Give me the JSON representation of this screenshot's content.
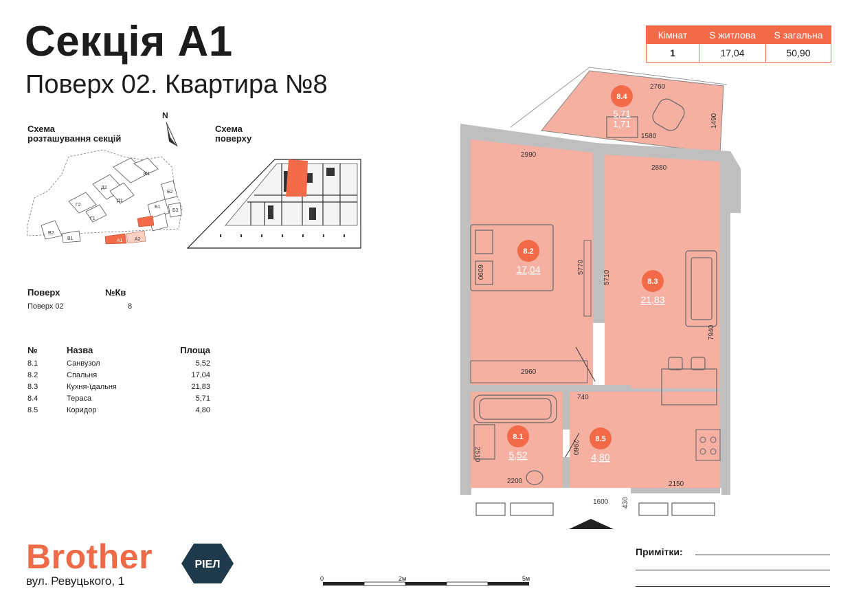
{
  "header": {
    "title": "Секція А1",
    "subtitle": "Поверх 02. Квартира №8"
  },
  "summary": {
    "headers": [
      "Кімнат",
      "S житлова",
      "S загальна"
    ],
    "values": [
      "1",
      "17,04",
      "50,90"
    ]
  },
  "schemes": {
    "sections_label_1": "Схема",
    "sections_label_2": "розташування секцій",
    "floor_label_1": "Схема",
    "floor_label_2": "поверху",
    "north": "N",
    "sections": [
      "Ж1",
      "Д2",
      "Д1",
      "Г2",
      "Г1",
      "В2",
      "В1",
      "Б2",
      "Б1",
      "Б3",
      "А1",
      "А2"
    ]
  },
  "info": {
    "floor_head": "Поверх",
    "apt_head": "№Кв",
    "floor_value": "Поверх 02",
    "apt_value": "8"
  },
  "rooms_table": {
    "headers": [
      "№",
      "Назва",
      "Площа"
    ],
    "rows": [
      {
        "no": "8.1",
        "name": "Санвузол",
        "area": "5,52"
      },
      {
        "no": "8.2",
        "name": "Спальня",
        "area": "17,04"
      },
      {
        "no": "8.3",
        "name": "Кухня-їдальня",
        "area": "21,83"
      },
      {
        "no": "8.4",
        "name": "Тераса",
        "area": "5,71"
      },
      {
        "no": "8.5",
        "name": "Коридор",
        "area": "4,80"
      }
    ]
  },
  "plan": {
    "rooms": [
      {
        "id": "8.1",
        "area": "5,52"
      },
      {
        "id": "8.2",
        "area": "17,04"
      },
      {
        "id": "8.3",
        "area": "21,83"
      },
      {
        "id": "8.4",
        "area": "5,71"
      },
      {
        "id": "8.5",
        "area": "4,80"
      }
    ],
    "dimensions": [
      "2760",
      "1490",
      "1580",
      "2990",
      "2880",
      "6090",
      "5770",
      "5710",
      "7940",
      "2960",
      "740",
      "2960",
      "2510",
      "2200",
      "1600",
      "430",
      "2150"
    ],
    "terrace_extra": "1,71"
  },
  "scale": {
    "ticks": [
      "0",
      "2м",
      "5м"
    ]
  },
  "branding": {
    "name": "Brother",
    "badge": "РІЕЛ",
    "address": "вул. Ревуцького, 1"
  },
  "notes": {
    "label": "Примітки:"
  },
  "colors": {
    "accent": "#f26a48",
    "room_fill": "#f6b0a2",
    "wall": "#a8a8a8"
  }
}
